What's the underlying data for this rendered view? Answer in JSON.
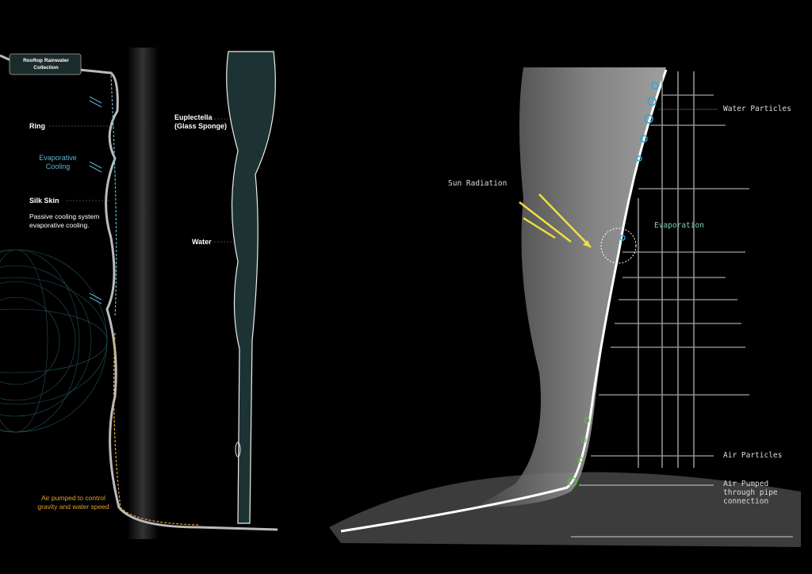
{
  "left": {
    "roof_box": "Rooftop Rainwater Collection",
    "ring": "Ring",
    "evap": "Evaporative Cooling",
    "silk": "Silk Skin",
    "passive": "Passive cooling system evaporative cooling.",
    "air": "Air pumped to control gravity and water speed"
  },
  "middle": {
    "sponge": "Euplectella (Glass Sponge)",
    "water": "Water"
  },
  "right": {
    "water_particles": "Water Particles",
    "sun": "Sun Radiation",
    "evaporation": "Evaporation",
    "air_particles": "Air Particles",
    "air_pumped": "Air Pumped through pipe connection"
  },
  "colors": {
    "cool": "#5fb4c8",
    "air": "#e0a030",
    "sun": "#f0e040",
    "water": "#2aa8d8",
    "green": "#60c040"
  }
}
